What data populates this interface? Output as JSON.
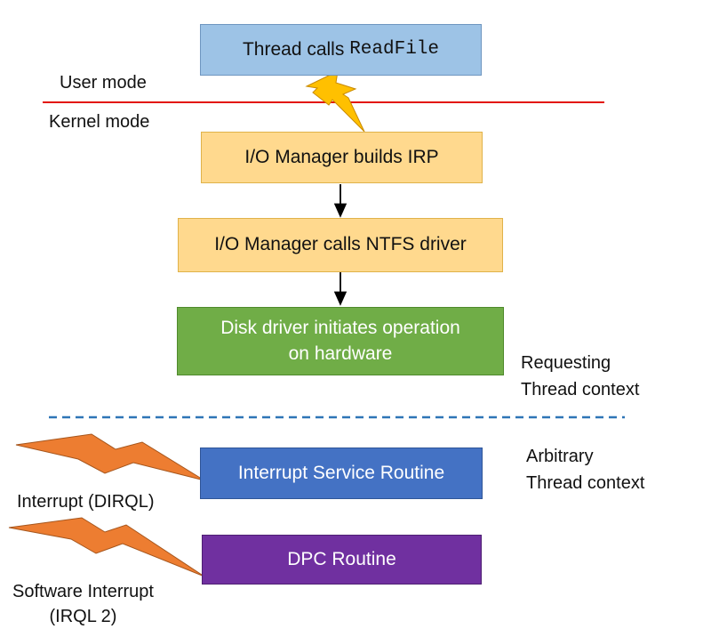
{
  "thread_box": {
    "prefix": "Thread calls ",
    "function": "ReadFile"
  },
  "mode_labels": {
    "user": "User mode",
    "kernel": "Kernel mode"
  },
  "steps": [
    {
      "text": "I/O Manager builds IRP"
    },
    {
      "text": "I/O Manager calls NTFS driver"
    },
    {
      "line1": "Disk driver initiates operation",
      "line2": "on hardware"
    }
  ],
  "context_labels": {
    "requesting": {
      "line1": "Requesting",
      "line2": "Thread context"
    },
    "arbitrary": {
      "line1": "Arbitrary",
      "line2": "Thread context"
    }
  },
  "isr_box": {
    "text": "Interrupt Service Routine"
  },
  "dpc_box": {
    "text": "DPC Routine"
  },
  "interrupt_labels": {
    "hardware": "Interrupt (DIRQL)",
    "software_line1": "Software Interrupt",
    "software_line2": "(IRQL 2)"
  },
  "colors": {
    "blue_box": "#9dc3e6",
    "orange_box": "#ffd98e",
    "green_box": "#70ad47",
    "isr_box": "#4472c4",
    "dpc_box": "#7030a0",
    "mode_line": "#e3170a",
    "context_line": "#2e75b6",
    "lightning_yellow": "#ffc000",
    "lightning_orange": "#ed7d31"
  }
}
